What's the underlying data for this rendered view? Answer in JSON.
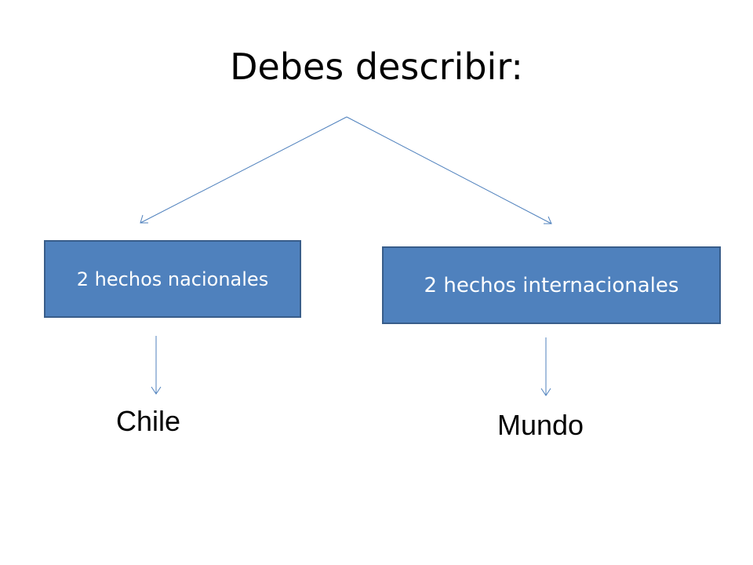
{
  "title": "Debes describir:",
  "boxes": {
    "left": {
      "label": "2 hechos nacionales"
    },
    "right": {
      "label": "2 hechos internacionales"
    }
  },
  "regions": {
    "left": "Chile",
    "right": "Mundo"
  },
  "colors": {
    "box_fill": "#4f81bd",
    "box_border": "#385d8a",
    "arrow": "#4f81bd",
    "box_text": "#ffffff",
    "text": "#000000"
  }
}
